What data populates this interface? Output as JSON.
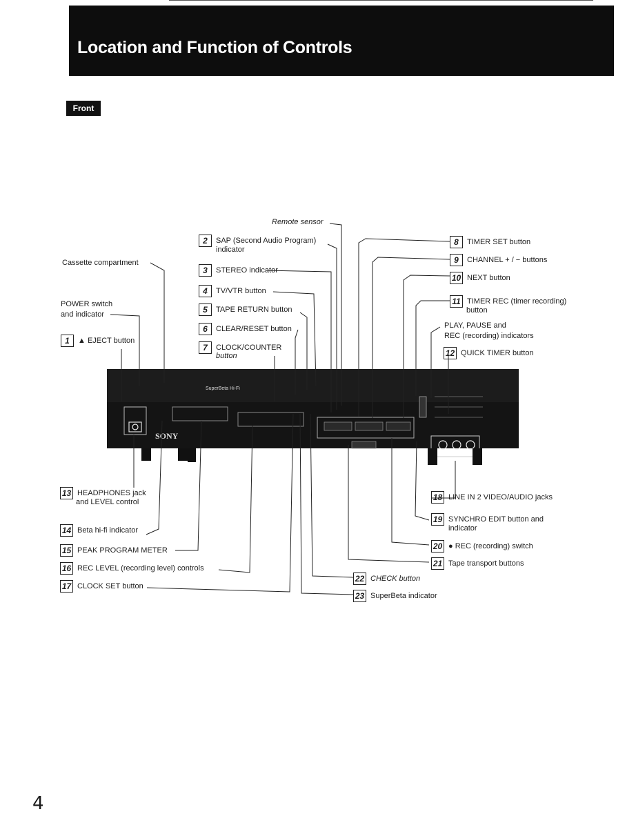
{
  "header": {
    "title": "Location and Function of Controls"
  },
  "section_tag": "Front",
  "device": {
    "brand": "SONY",
    "model_badge": "SuperBeta Hi-Fi"
  },
  "labels": {
    "remote_sensor": "Remote sensor",
    "sap_line1": "SAP (Second Audio Program)",
    "sap_line2": "indicator",
    "stereo": "STEREO indicator",
    "tv_vtr": "TV/VTR button",
    "tape_return": "TAPE RETURN button",
    "clear_reset": "CLEAR/RESET button",
    "clock_counter_line1": "CLOCK/COUNTER",
    "clock_counter_line2": "button",
    "cassette": "Cassette compartment",
    "power_line1": "POWER switch",
    "power_line2": "and indicator",
    "eject": "▲ EJECT button",
    "timer_set": "TIMER SET button",
    "channel": "CHANNEL + / − buttons",
    "next": "NEXT button",
    "timer_rec_line1": "TIMER REC (timer recording)",
    "timer_rec_line2": "button",
    "play_pause_line1": "PLAY, PAUSE and",
    "play_pause_line2": "REC (recording) indicators",
    "quick_timer": "QUICK TIMER button",
    "headphones_line1": "HEADPHONES jack",
    "headphones_line2": "and LEVEL control",
    "beta_hifi": "Beta hi-fi indicator",
    "peak_meter": "PEAK PROGRAM METER",
    "rec_level": "REC LEVEL (recording level) controls",
    "clock_set": "CLOCK SET button",
    "line_in": "LINE IN 2 VIDEO/AUDIO jacks",
    "synchro_line1": "SYNCHRO EDIT button and",
    "synchro_line2": "indicator",
    "rec_switch": "● REC (recording) switch",
    "tape_transport": "Tape transport buttons",
    "check": "CHECK button",
    "superbeta": "SuperBeta indicator"
  },
  "numbers": {
    "n1": "1",
    "n2": "2",
    "n3": "3",
    "n4": "4",
    "n5": "5",
    "n6": "6",
    "n7": "7",
    "n8": "8",
    "n9": "9",
    "n10": "10",
    "n11": "11",
    "n12": "12",
    "n13": "13",
    "n14": "14",
    "n15": "15",
    "n16": "16",
    "n17": "17",
    "n18": "18",
    "n19": "19",
    "n20": "20",
    "n21": "21",
    "n22": "22",
    "n23": "23"
  },
  "page_number": "4"
}
